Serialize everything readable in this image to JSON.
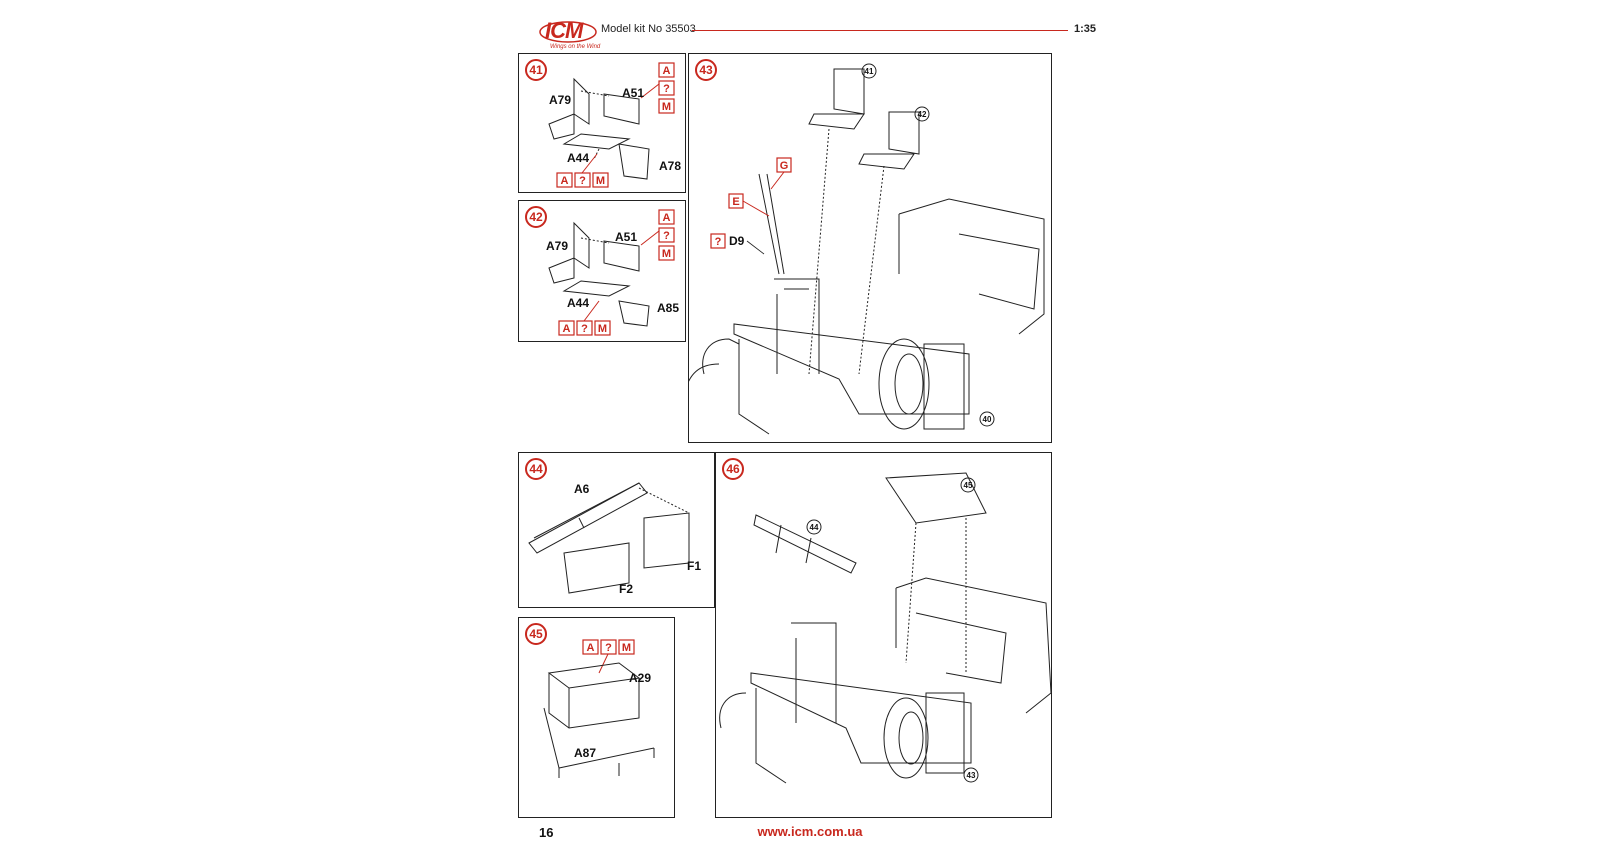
{
  "header": {
    "logo": "ICM",
    "logo_tagline": "Wings on the Wind",
    "kit": "Model kit No 35503",
    "scale": "1:35"
  },
  "footer": {
    "page_number": "16",
    "url": "www.icm.com.ua"
  },
  "colors": {
    "accent": "#c8281e",
    "line": "#222222"
  },
  "step41": {
    "number": "41",
    "parts": [
      "A79",
      "A51",
      "A44",
      "A78"
    ],
    "paint_top": [
      "A",
      "?",
      "M"
    ],
    "paint_bottom": [
      "A",
      "?",
      "M"
    ]
  },
  "step42": {
    "number": "42",
    "parts": [
      "A79",
      "A51",
      "A44",
      "A85"
    ],
    "paint_top": [
      "A",
      "?",
      "M"
    ],
    "paint_bottom": [
      "A",
      "?",
      "M"
    ]
  },
  "step43": {
    "number": "43",
    "paint": [
      "G",
      "E",
      "?"
    ],
    "part": "D9",
    "refs": [
      "41",
      "42",
      "40"
    ]
  },
  "step44": {
    "number": "44",
    "parts": [
      "A6",
      "F1",
      "F2"
    ]
  },
  "step45": {
    "number": "45",
    "parts": [
      "A29",
      "A87"
    ],
    "paint": [
      "A",
      "?",
      "M"
    ]
  },
  "step46": {
    "number": "46",
    "refs": [
      "44",
      "45",
      "43"
    ]
  }
}
